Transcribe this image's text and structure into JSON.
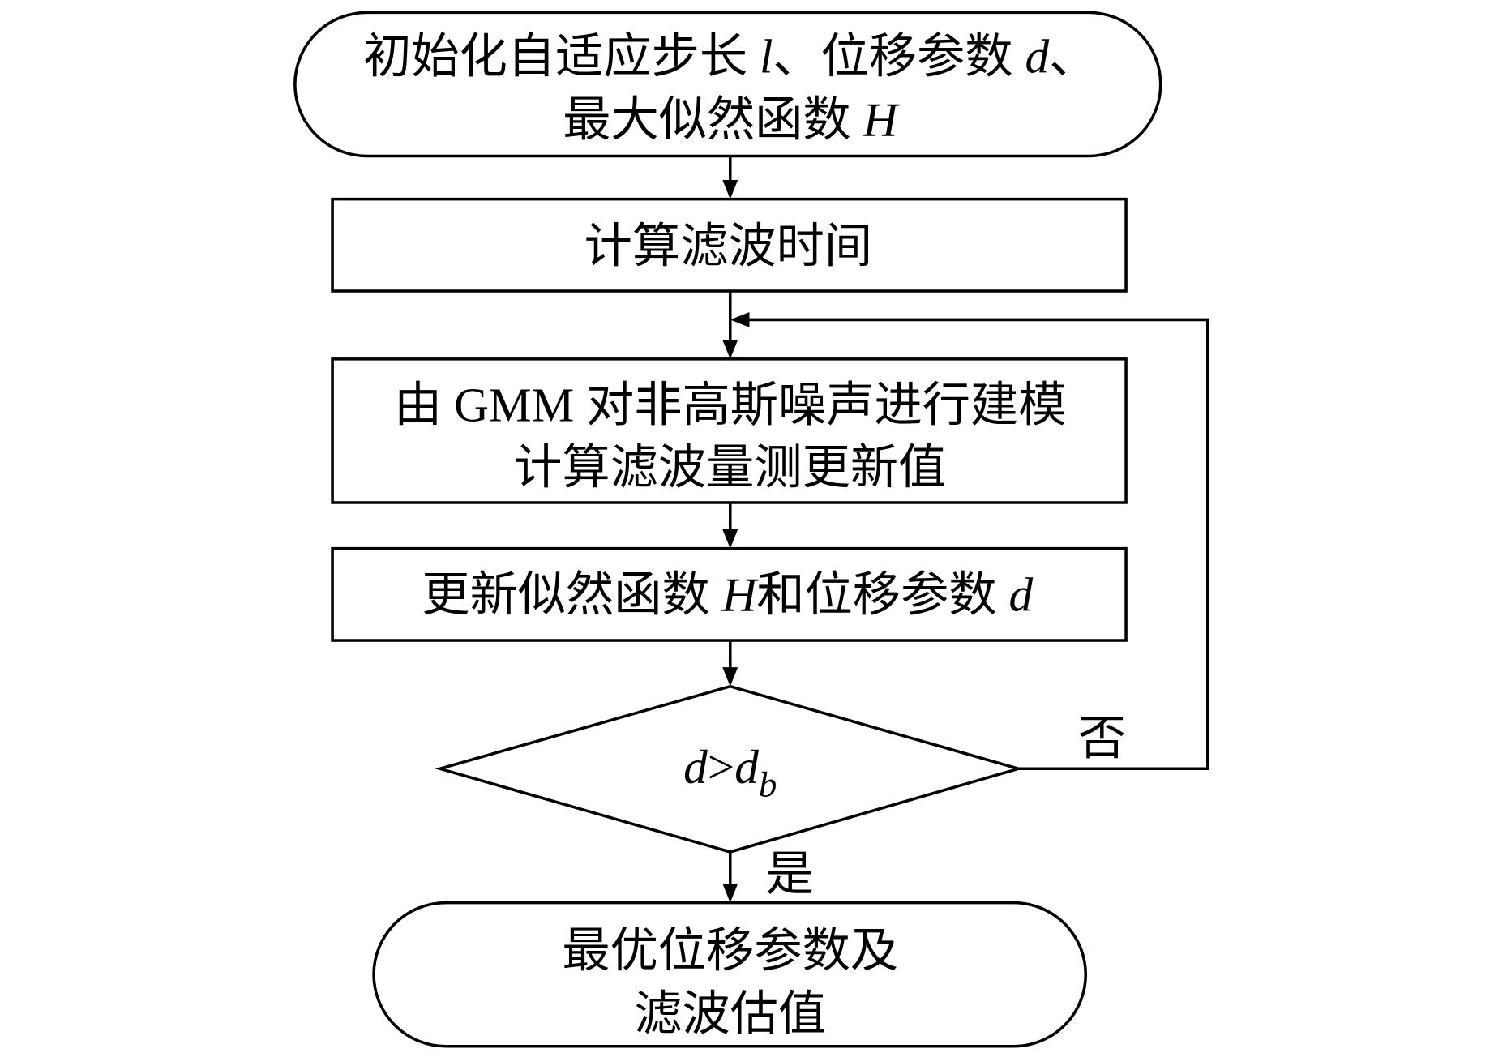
{
  "flowchart": {
    "start": {
      "line1": {
        "text_a": "初始化自适应步长 ",
        "var_l": "l",
        "text_b": "、位移参数 ",
        "var_d": "d",
        "text_c": "、"
      },
      "line2": {
        "text_a": "最大似然函数 ",
        "var_h": "H"
      }
    },
    "step_filter_time": "计算滤波时间",
    "step_model": {
      "line1": "由 GMM 对非高斯噪声进行建模",
      "line2": "计算滤波量测更新值"
    },
    "step_update": {
      "text_a": "更新似然函数 ",
      "var_h": "H",
      "text_b": "和位移参数 ",
      "var_d": "d"
    },
    "decision": {
      "var_d": "d",
      "operator": ">",
      "var_d2": "d",
      "subscript_b": "b"
    },
    "branch_no": "否",
    "branch_yes": "是",
    "end": {
      "line1": "最优位移参数及",
      "line2": "滤波估值"
    }
  }
}
